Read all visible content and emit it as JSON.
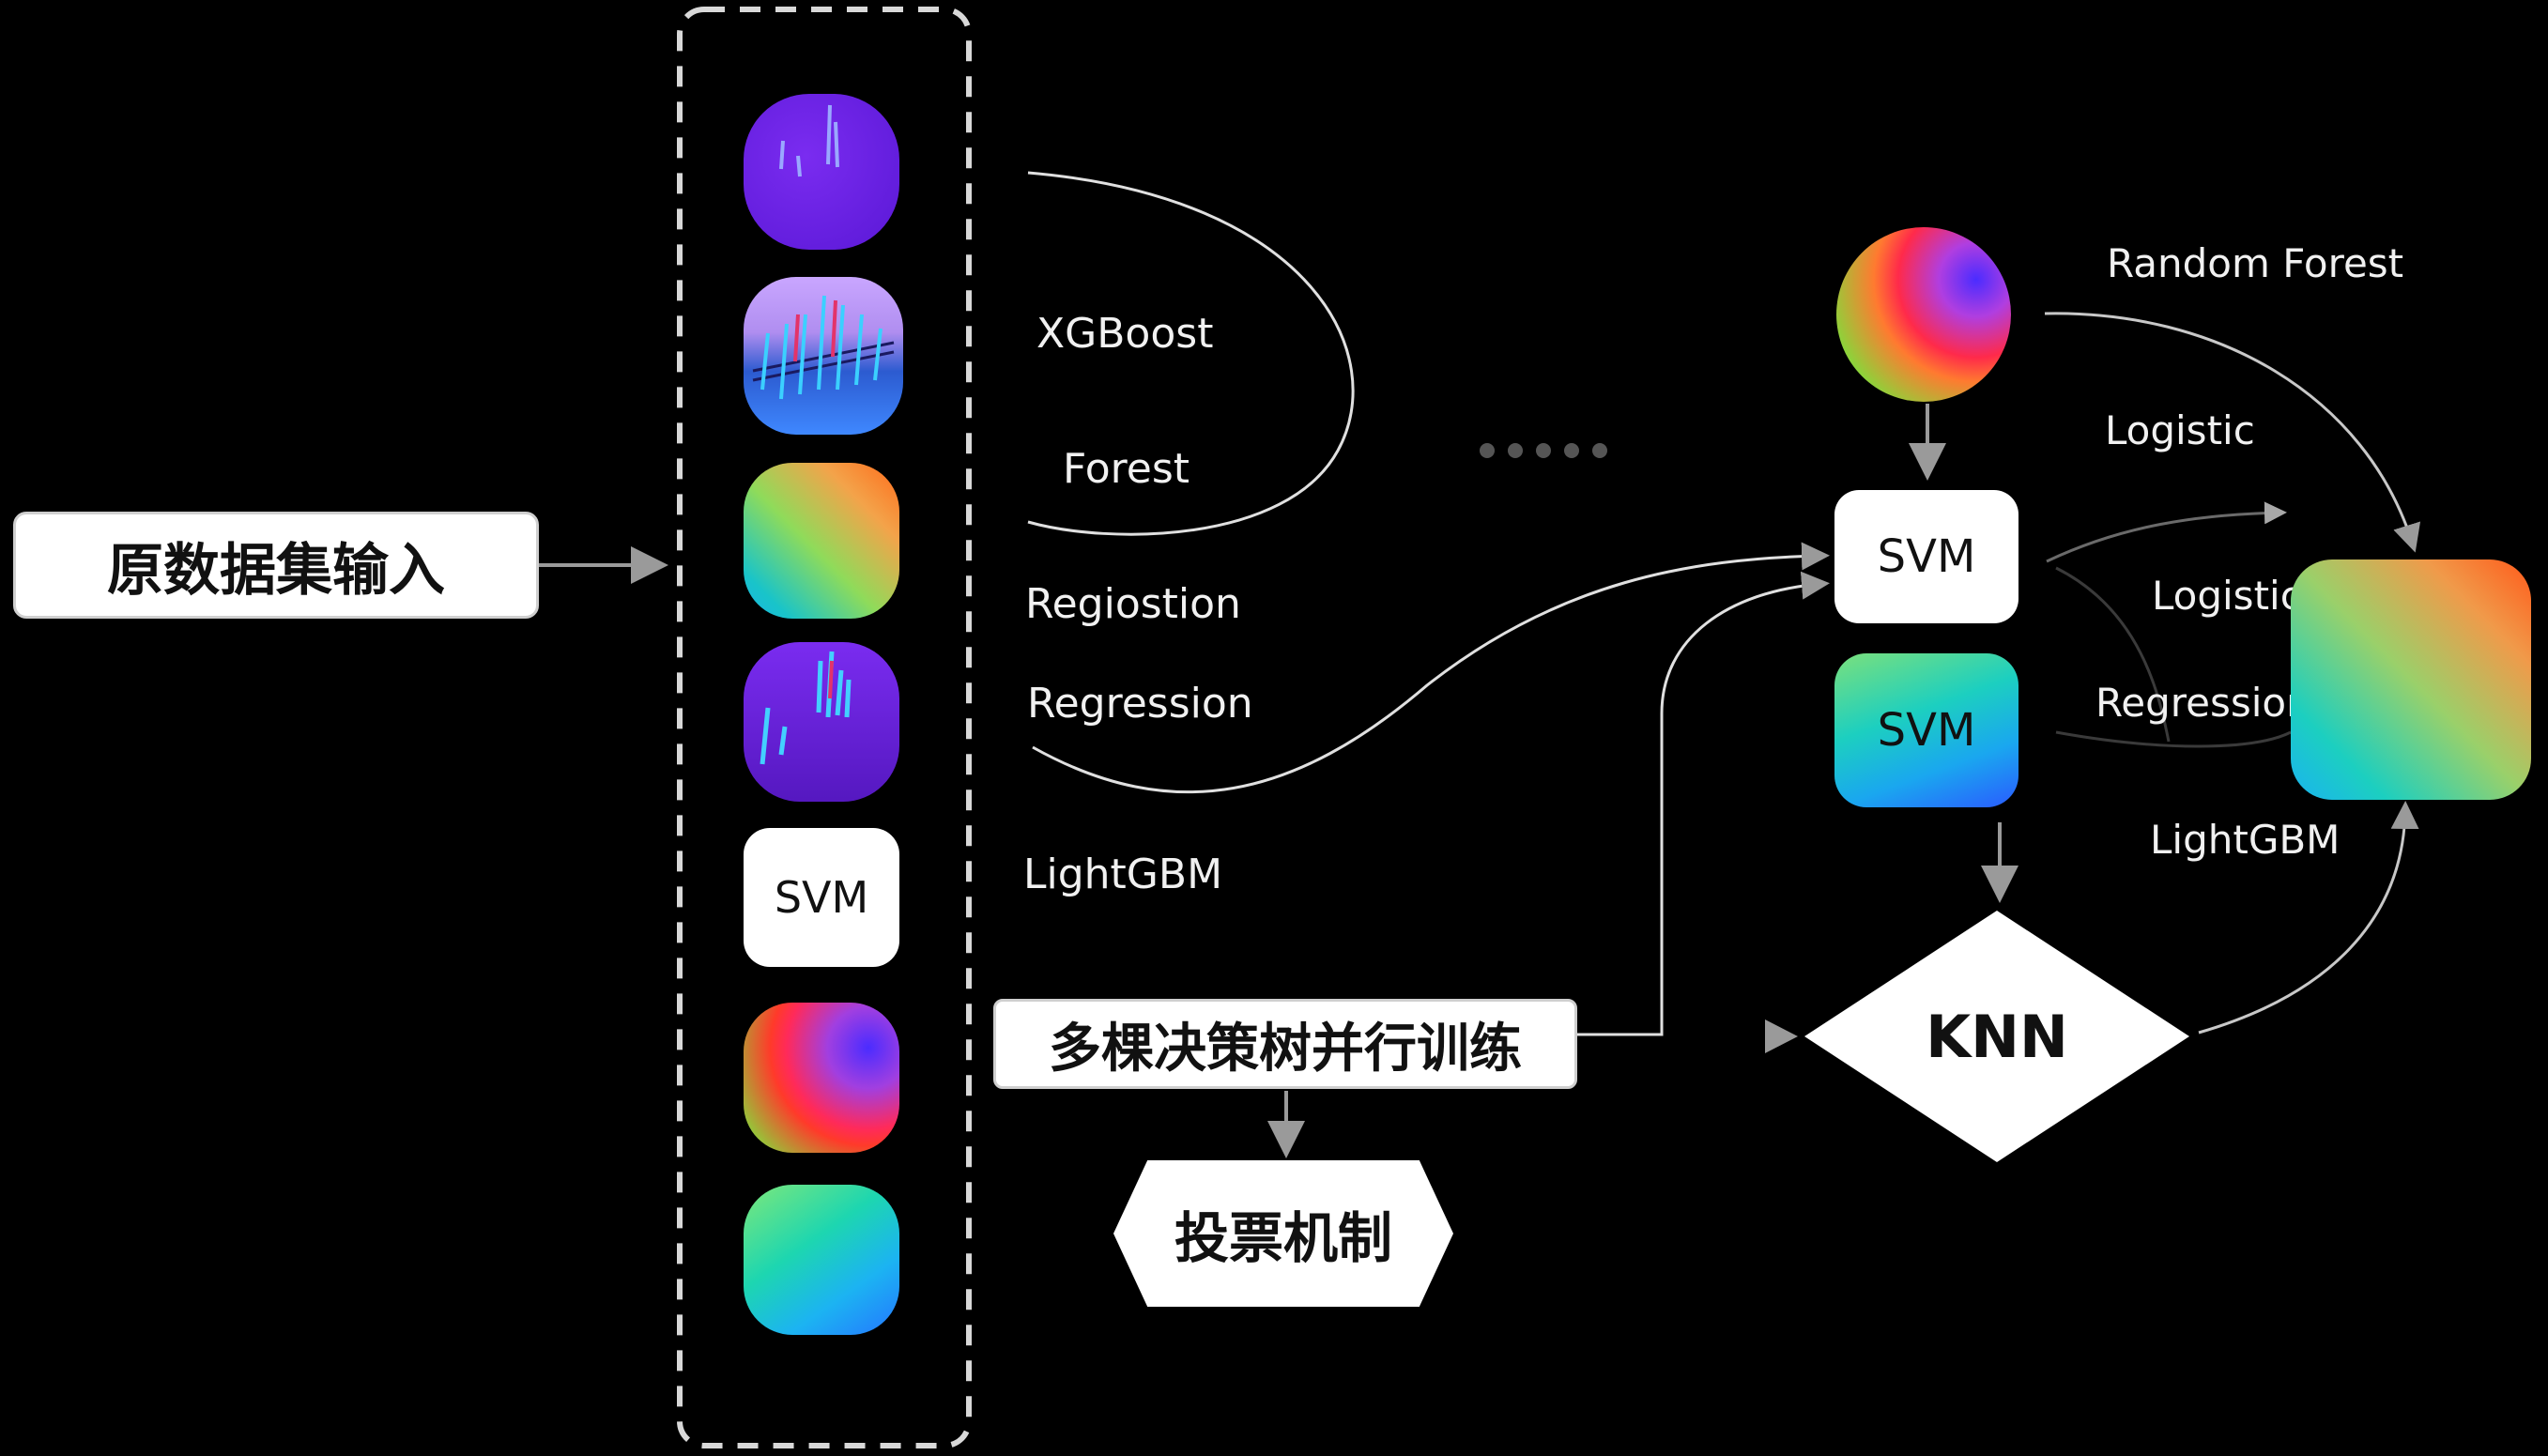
{
  "input_box": {
    "label": "原数据集输入"
  },
  "column_tile_svm": {
    "label": "SVM"
  },
  "curve_labels": [
    "XGBoost",
    "Forest",
    "Regiostion",
    "Regression",
    "LightGBM"
  ],
  "parallel_box": {
    "label": "多棵决策树并行训练"
  },
  "voting_box": {
    "label": "投票机制"
  },
  "ellipsis": "• • • • •",
  "right": {
    "random_forest_label": "Random Forest",
    "logistic_label_1": "Logistic",
    "logistic_label_2": "Logistic",
    "regression_label": "Regression",
    "lightgbm_label": "LightGBM",
    "svm_white": "SVM",
    "svm_gradient": "SVM",
    "knn": "KNN"
  },
  "colors": {
    "background": "#000000",
    "box_fill": "#ffffff",
    "dashed_border": "#d8d8d8",
    "arrow_gray": "#9a9a9a",
    "curve_stroke": "#e0e0e0"
  },
  "icons": [
    "purple-spikes-icon",
    "wave-spikes-icon",
    "green-orange-gradient-icon",
    "purple-spikes-icon",
    "svm-tile",
    "red-purple-gradient-icon",
    "green-blue-gradient-icon",
    "rainbow-circle-icon",
    "blue-green-gradient-tile",
    "teal-orange-gradient-tile"
  ]
}
